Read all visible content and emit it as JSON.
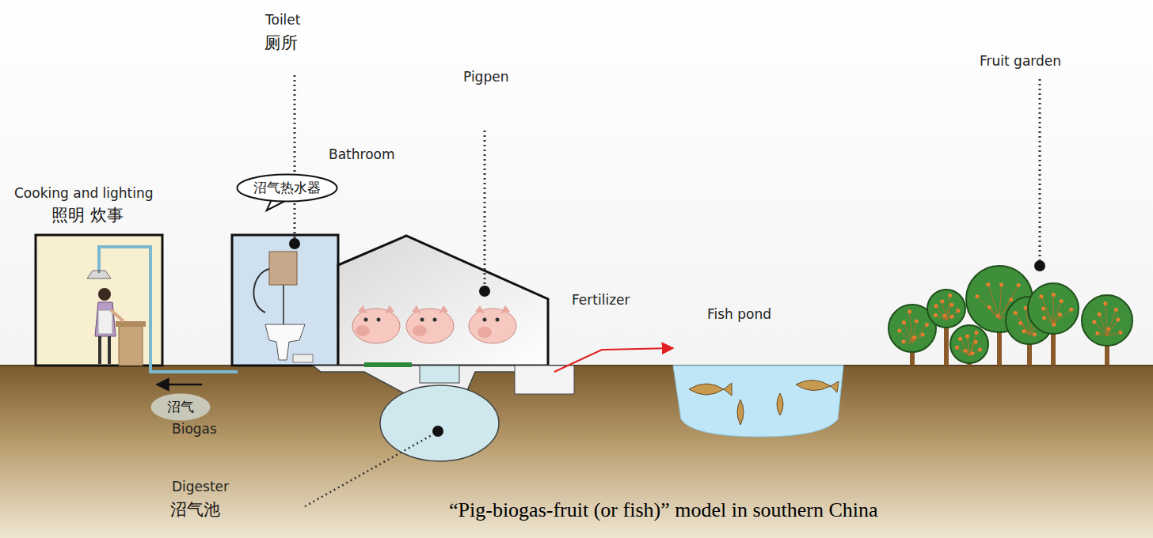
{
  "diagram": {
    "caption": "“Pig-biogas-fruit (or fish)” model in southern China",
    "nodes": [
      {
        "text": [
          "沼气热水器"
        ]
      },
      {
        "text": [
          "沼气"
        ]
      }
    ],
    "labels": [
      "Toilet",
      "厕所",
      "Pigpen",
      "Bathroom",
      "Cooking and lighting",
      "照明 炊事",
      "Fertilizer",
      "Fish pond",
      "Fruit garden",
      "Biogas",
      "Digester",
      "沼气池"
    ]
  }
}
